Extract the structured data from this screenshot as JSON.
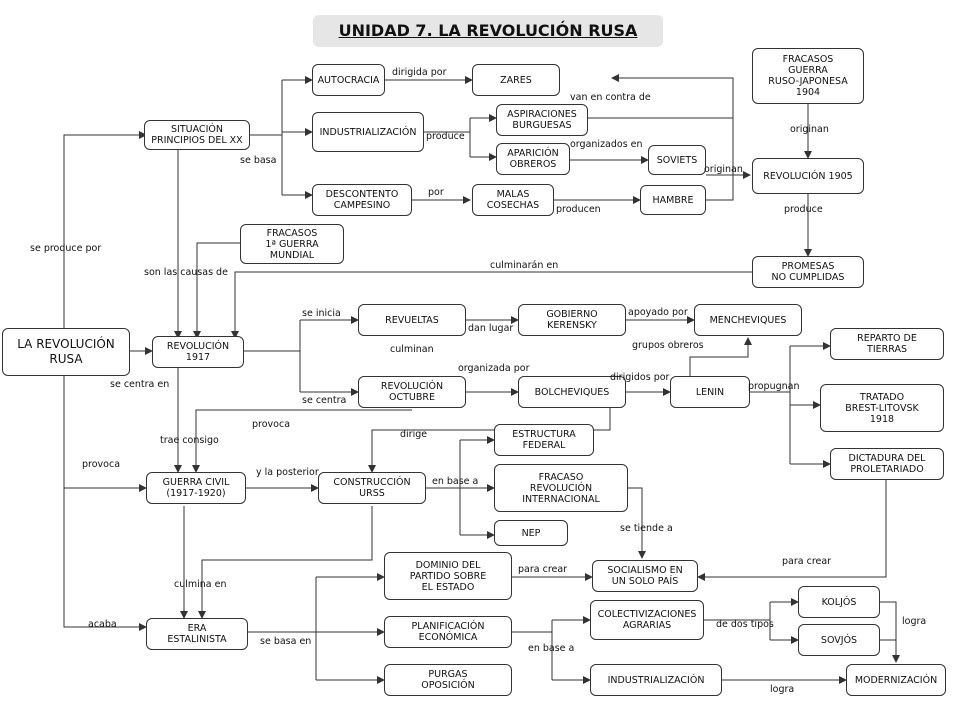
{
  "title": "UNIDAD 7. LA REVOLUCIÓN RUSA",
  "nodes": {
    "revolucion_rusa": "LA REVOLUCIÓN\nRUSA",
    "situacion": "SITUACIÓN\nPRINCIPIOS DEL XX",
    "autocracia": "AUTOCRACIA",
    "zares": "ZARES",
    "industrializacion1": "INDUSTRIALIZACIÓN",
    "aspiraciones": "ASPIRACIONES\nBURGUESAS",
    "aparicion": "APARICIÓN\nOBREROS",
    "soviets": "SOVIETS",
    "descontento": "DESCONTENTO\nCAMPESINO",
    "malas_cosechas": "MALAS\nCOSECHAS",
    "hambre": "HAMBRE",
    "fracasos_japon": "FRACASOS\nGUERRA\nRUSO-JAPONESA\n1904",
    "revolucion_1905": "REVOLUCIÓN 1905",
    "promesas": "PROMESAS\nNO CUMPLIDAS",
    "fracasos_gm": "FRACASOS\n1ª GUERRA\nMUNDIAL",
    "revolucion_1917": "REVOLUCIÓN\n1917",
    "revueltas": "REVUELTAS",
    "gobierno_kerensky": "GOBIERNO\nKERENSKY",
    "mencheviques": "MENCHEVIQUES",
    "revolucion_octubre": "REVOLUCIÓN\nOCTUBRE",
    "bolcheviques": "BOLCHEVIQUES",
    "lenin": "LENIN",
    "reparto_tierras": "REPARTO DE\nTIERRAS",
    "tratado": "TRATADO\nBREST-LITOVSK\n1918",
    "dictadura": "DICTADURA DEL\nPROLETARIADO",
    "guerra_civil": "GUERRA CIVIL\n(1917-1920)",
    "construccion_urss": "CONSTRUCCIÓN\nURSS",
    "estructura_federal": "ESTRUCTURA\nFEDERAL",
    "fracaso_internacional": "FRACASO\nREVOLUCIÓN\nINTERNACIONAL",
    "nep": "NEP",
    "dominio_partido": "DOMINIO DEL\nPARTIDO SOBRE\nEL ESTADO",
    "socialismo": "SOCIALISMO EN\nUN SOLO PAÍS",
    "era_estalinista": "ERA\nESTALINISTA",
    "planificacion": "PLANIFICACIÓN\nECONÓMICA",
    "colectivizaciones": "COLECTIVIZACIONES\nAGRARIAS",
    "koljos": "KOLJÓS",
    "sovjos": "SOVJÓS",
    "purgas": "PURGAS\nOPOSICIÓN",
    "industrializacion2": "INDUSTRIALIZACIÓN",
    "modernizacion": "MODERNIZACIÓN"
  },
  "labels": {
    "dirigida_por": "dirigida por",
    "van_en_contra": "van en contra de",
    "produce": "produce",
    "organizados_en": "organizados en",
    "se_basa": "se basa",
    "por": "por",
    "producen": "producen",
    "originan_1": "originan",
    "originan_2": "originan",
    "produce_2": "produce",
    "se_produce_por": "se produce por",
    "culminaran_en": "culminarán en",
    "son_causas": "son las causas de",
    "se_inicia": "se inicia",
    "dan_lugar": "dan lugar",
    "apoyado_por": "apoyado por",
    "culminan": "culminan",
    "grupos_obreros": "grupos obreros",
    "organizada_por": "organizada por",
    "dirigidos_por": "dirigidos por",
    "propugnan": "propugnan",
    "se_centra_en": "se centra en",
    "se_centra": "se centra",
    "provoca_1": "provoca",
    "trae_consigo": "trae consigo",
    "dirige": "dirige",
    "provoca_2": "provoca",
    "y_la_posterior": "y la posterior",
    "en_base_a": "en base a",
    "se_tiende_a": "se tiende a",
    "para_crear_1": "para crear",
    "para_crear_2": "para crear",
    "culmina_en": "culmina en",
    "acaba": "acaba",
    "se_basa_en": "se basa en",
    "de_dos_tipos": "de dos tipos",
    "logra_1": "logra",
    "en_base_a_2": "en base a",
    "logra_2": "logra"
  }
}
